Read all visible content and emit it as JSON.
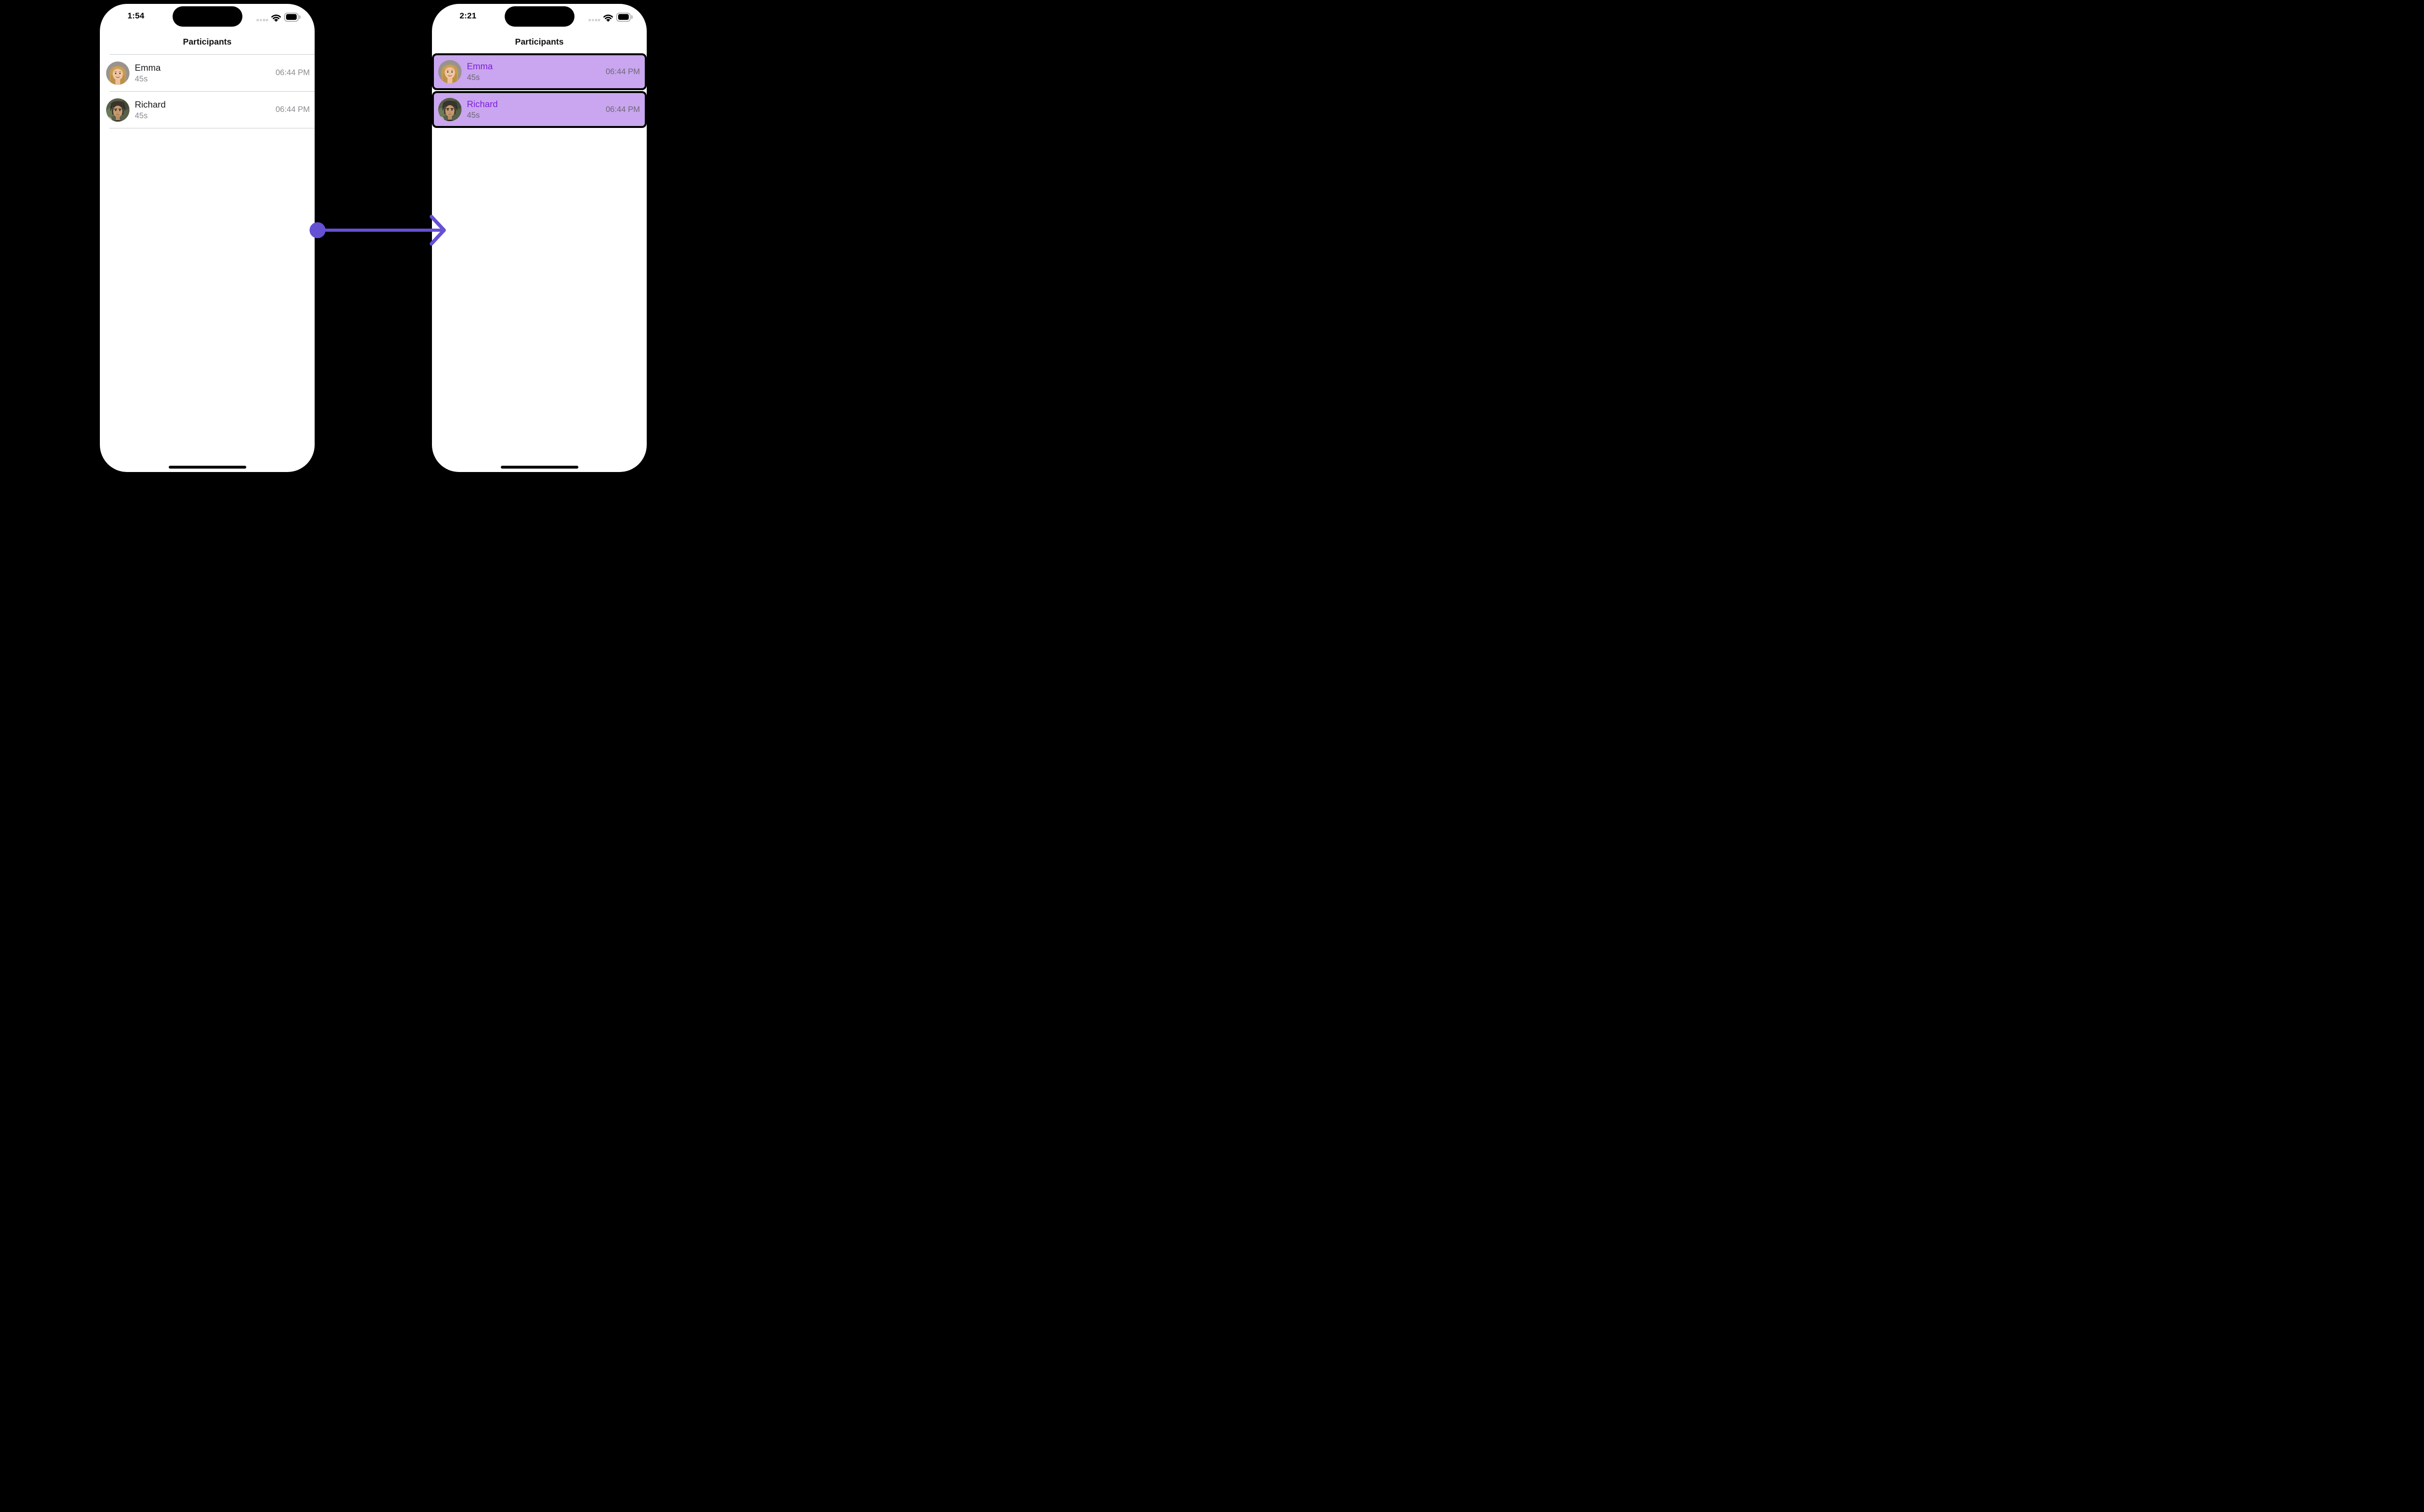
{
  "screens": [
    {
      "status": {
        "time": "1:54"
      },
      "title": "Participants",
      "rows": [
        {
          "name": "Emma",
          "duration": "45s",
          "time": "06:44 PM"
        },
        {
          "name": "Richard",
          "duration": "45s",
          "time": "06:44 PM"
        }
      ],
      "highlighted": false
    },
    {
      "status": {
        "time": "2:21"
      },
      "title": "Participants",
      "rows": [
        {
          "name": "Emma",
          "duration": "45s",
          "time": "06:44 PM"
        },
        {
          "name": "Richard",
          "duration": "45s",
          "time": "06:44 PM"
        }
      ],
      "highlighted": true
    }
  ],
  "icons": {
    "status": [
      "cellular-signal-dots",
      "wifi",
      "battery-full"
    ],
    "transition": "arrow-right"
  },
  "colors": {
    "background": "#000000",
    "screen": "#ffffff",
    "title-text": "#101012",
    "name-text": "#18181b",
    "muted-text": "#8b8b90",
    "separator": "#c9c9cb",
    "highlight-bg": "#c9a6ef",
    "highlight-name": "#7d1ddb",
    "highlight-muted": "#6f6676",
    "arrow": "#6451d4",
    "island": "#000000",
    "home": "#0c0c0c"
  }
}
